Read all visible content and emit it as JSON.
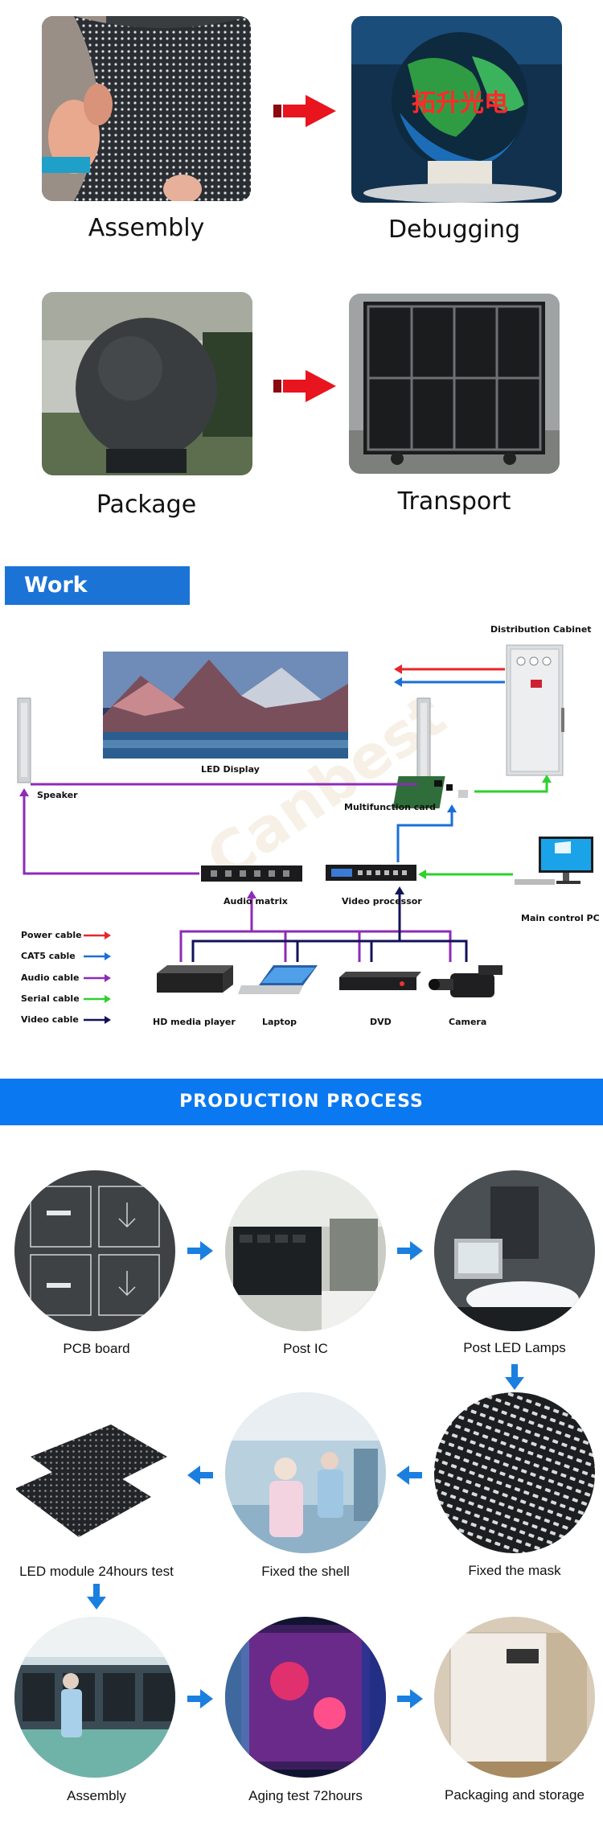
{
  "gallery": {
    "items": [
      {
        "caption": "Assembly",
        "chinese_sign": ""
      },
      {
        "caption": "Debugging",
        "chinese_sign": "拓升光电"
      },
      {
        "caption": "Package",
        "chinese_sign": ""
      },
      {
        "caption": "Transport",
        "chinese_sign": ""
      }
    ]
  },
  "work_process": {
    "title": "Work Process",
    "watermark": "Canbest",
    "labels": {
      "distribution_cabinet": "Distribution Cabinet",
      "led_display": "LED Display",
      "speaker": "Speaker",
      "multifunction_card": "Multifunction card",
      "audio_matrix": "Audio matrix",
      "video_processor": "Video processor",
      "main_control_pc": "Main control PC",
      "hd_media_player": "HD media player",
      "laptop": "Laptop",
      "dvd": "DVD",
      "camera": "Camera"
    },
    "legend": [
      {
        "label": "Power cable",
        "color": "#e8262a"
      },
      {
        "label": "CAT5 cable",
        "color": "#1a6fd8"
      },
      {
        "label": "Audio cable",
        "color": "#8e2bb8"
      },
      {
        "label": "Serial cable",
        "color": "#2fd12b"
      },
      {
        "label": "Video cable",
        "color": "#12125a"
      }
    ]
  },
  "production_process": {
    "title": "PRODUCTION PROCESS",
    "steps": [
      {
        "label": "PCB board"
      },
      {
        "label": "Post IC"
      },
      {
        "label": "Post LED Lamps"
      },
      {
        "label": "Fixed the mask"
      },
      {
        "label": "Fixed the shell"
      },
      {
        "label": "LED module 24hours test"
      },
      {
        "label": "Assembly"
      },
      {
        "label": "Aging test 72hours"
      },
      {
        "label": "Packaging and storage"
      }
    ]
  },
  "colors": {
    "arrow_red": "#e8141e",
    "header_blue": "#1b73d6",
    "banner_blue": "#0a78f0",
    "step_arrow_blue": "#1b7fe0"
  }
}
